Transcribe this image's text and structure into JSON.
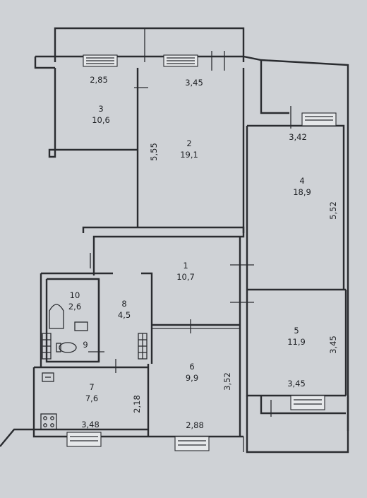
{
  "rooms": [
    {
      "number": "3",
      "area": "10,6"
    },
    {
      "number": "2",
      "area": "19,1"
    },
    {
      "number": "4",
      "area": "18,9"
    },
    {
      "number": "1",
      "area": "10,7"
    },
    {
      "number": "10",
      "area": "2,6"
    },
    {
      "number": "8",
      "area": "4,5"
    },
    {
      "number": "9"
    },
    {
      "number": "5",
      "area": "11,9"
    },
    {
      "number": "6",
      "area": "9,9"
    },
    {
      "number": "7",
      "area": "7,6"
    }
  ],
  "dimensions": [
    "2,85",
    "3,45",
    "5,55",
    "3,42",
    "5,52",
    "3,45",
    "3,45",
    "3,52",
    "2,88",
    "2,18",
    "3,48"
  ]
}
